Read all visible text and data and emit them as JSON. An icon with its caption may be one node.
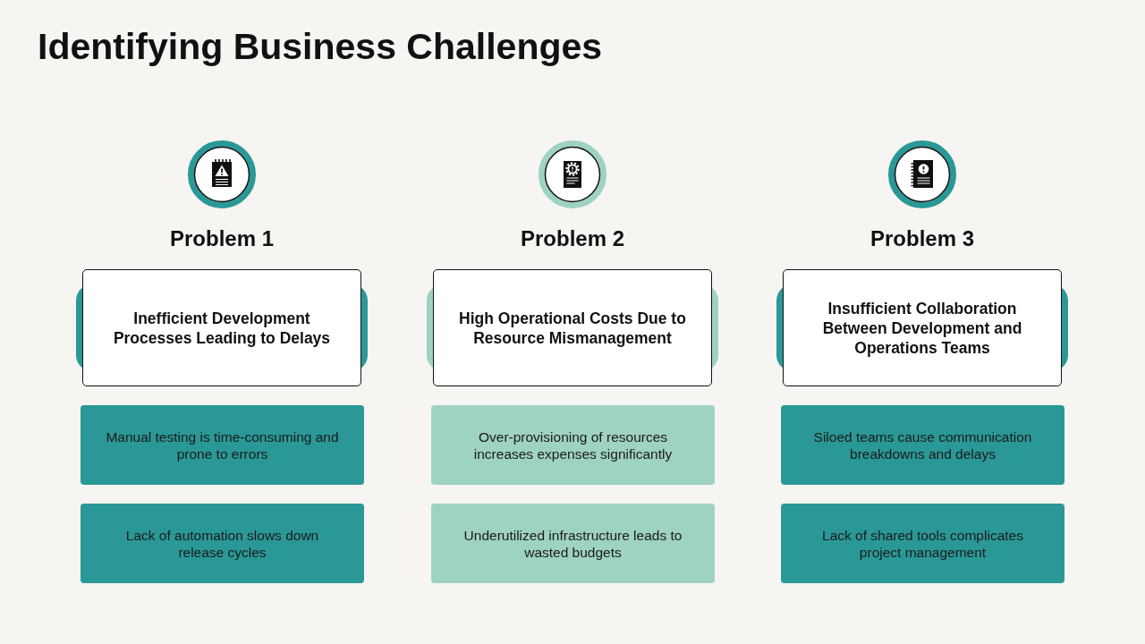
{
  "diagram": {
    "title": "Identifying Business Challenges",
    "nodes": [
      {
        "text": [
          "Problem 1",
          "Inefficient Development Processes Leading to Delays"
        ]
      },
      {
        "text": [
          "Manual testing is time-consuming and prone to errors"
        ]
      },
      {
        "text": [
          "Lack of automation slows down release cycles"
        ]
      },
      {
        "text": [
          "Problem 2",
          "High Operational Costs Due to Resource Mismanagement"
        ]
      },
      {
        "text": [
          "Over-provisioning of resources increases expenses significantly"
        ]
      },
      {
        "text": [
          "Underutilized infrastructure leads to wasted budgets"
        ]
      },
      {
        "text": [
          "Problem 3",
          "Insufficient Collaboration Between Development and Operations Teams"
        ]
      },
      {
        "text": [
          "Siloed teams cause communication breakdowns and delays"
        ]
      },
      {
        "text": [
          "Lack of shared tools complicates project management"
        ]
      }
    ]
  }
}
